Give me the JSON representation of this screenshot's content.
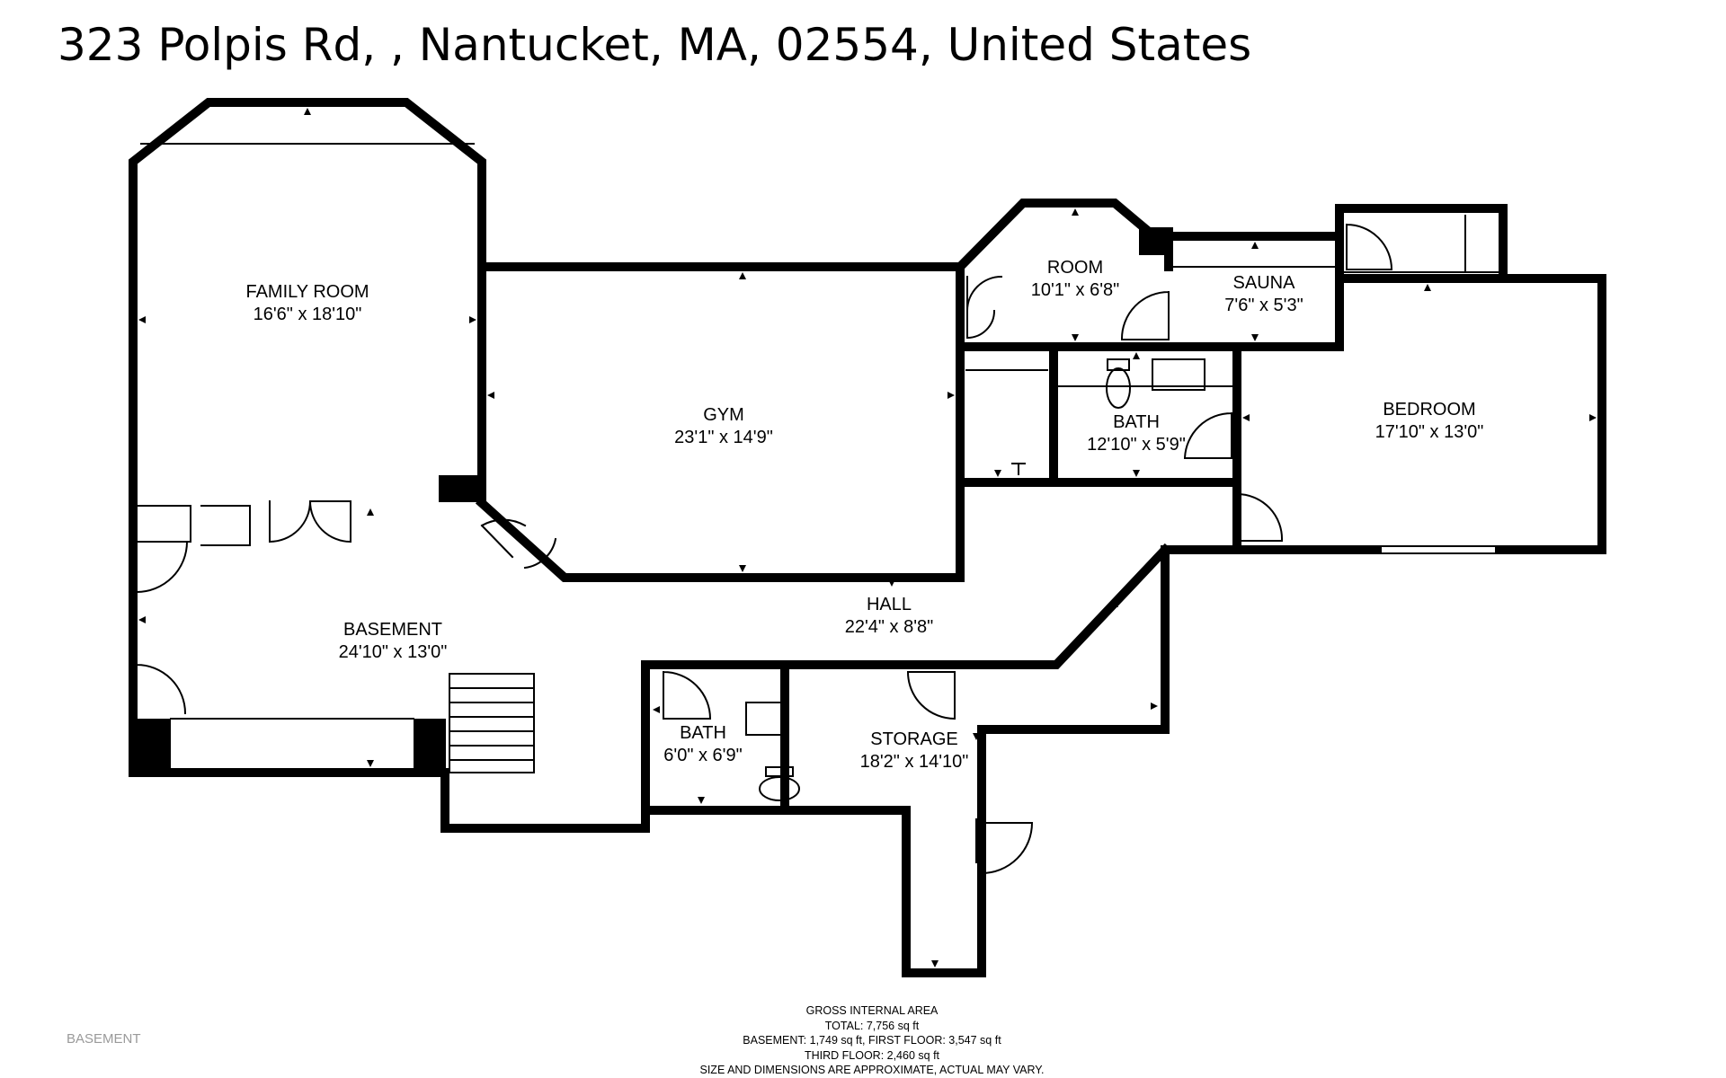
{
  "header": {
    "address": "323 Polpis Rd, , Nantucket, MA, 02554, United States"
  },
  "rooms": {
    "family_room": {
      "name": "FAMILY ROOM",
      "dims": "16'6\" x 18'10\""
    },
    "gym": {
      "name": "GYM",
      "dims": "23'1\" x 14'9\""
    },
    "room": {
      "name": "ROOM",
      "dims": "10'1\" x 6'8\""
    },
    "sauna": {
      "name": "SAUNA",
      "dims": "7'6\" x 5'3\""
    },
    "bath_upper": {
      "name": "BATH",
      "dims": "12'10\" x 5'9\""
    },
    "bedroom": {
      "name": "BEDROOM",
      "dims": "17'10\" x 13'0\""
    },
    "basement": {
      "name": "BASEMENT",
      "dims": "24'10\" x 13'0\""
    },
    "hall": {
      "name": "HALL",
      "dims": "22'4\" x 8'8\""
    },
    "bath_lower": {
      "name": "BATH",
      "dims": "6'0\" x 6'9\""
    },
    "storage": {
      "name": "STORAGE",
      "dims": "18'2\" x 14'10\""
    }
  },
  "footer": {
    "floor_label": "BASEMENT",
    "area_lines": [
      "GROSS INTERNAL AREA",
      "TOTAL: 7,756 sq ft",
      "BASEMENT: 1,749 sq ft, FIRST FLOOR: 3,547 sq ft",
      "THIRD FLOOR: 2,460 sq ft",
      "SIZE AND DIMENSIONS ARE APPROXIMATE, ACTUAL MAY VARY."
    ]
  }
}
